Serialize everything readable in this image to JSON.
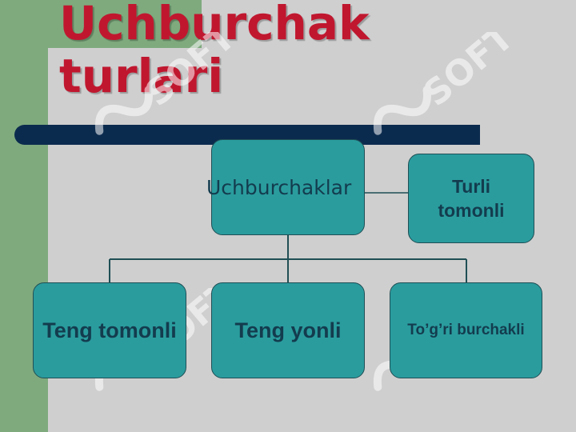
{
  "slide": {
    "title": "Uchburchak\nturlari"
  },
  "diagram": {
    "root": "Uchburchaklar",
    "side_node": "Turli tomonli",
    "children": [
      "Teng tomonli",
      "Teng yonli",
      "To’g’ri burchakli"
    ]
  },
  "watermark": {
    "text": "SOFT"
  },
  "colors": {
    "title": "#c0172f",
    "background": "#cfcfcf",
    "side_strip": "#7faa7e",
    "divider_bar": "#0b2b4e",
    "box_fill": "#2a9c9e",
    "box_text": "#133c4e",
    "connector": "#1f4f55"
  }
}
